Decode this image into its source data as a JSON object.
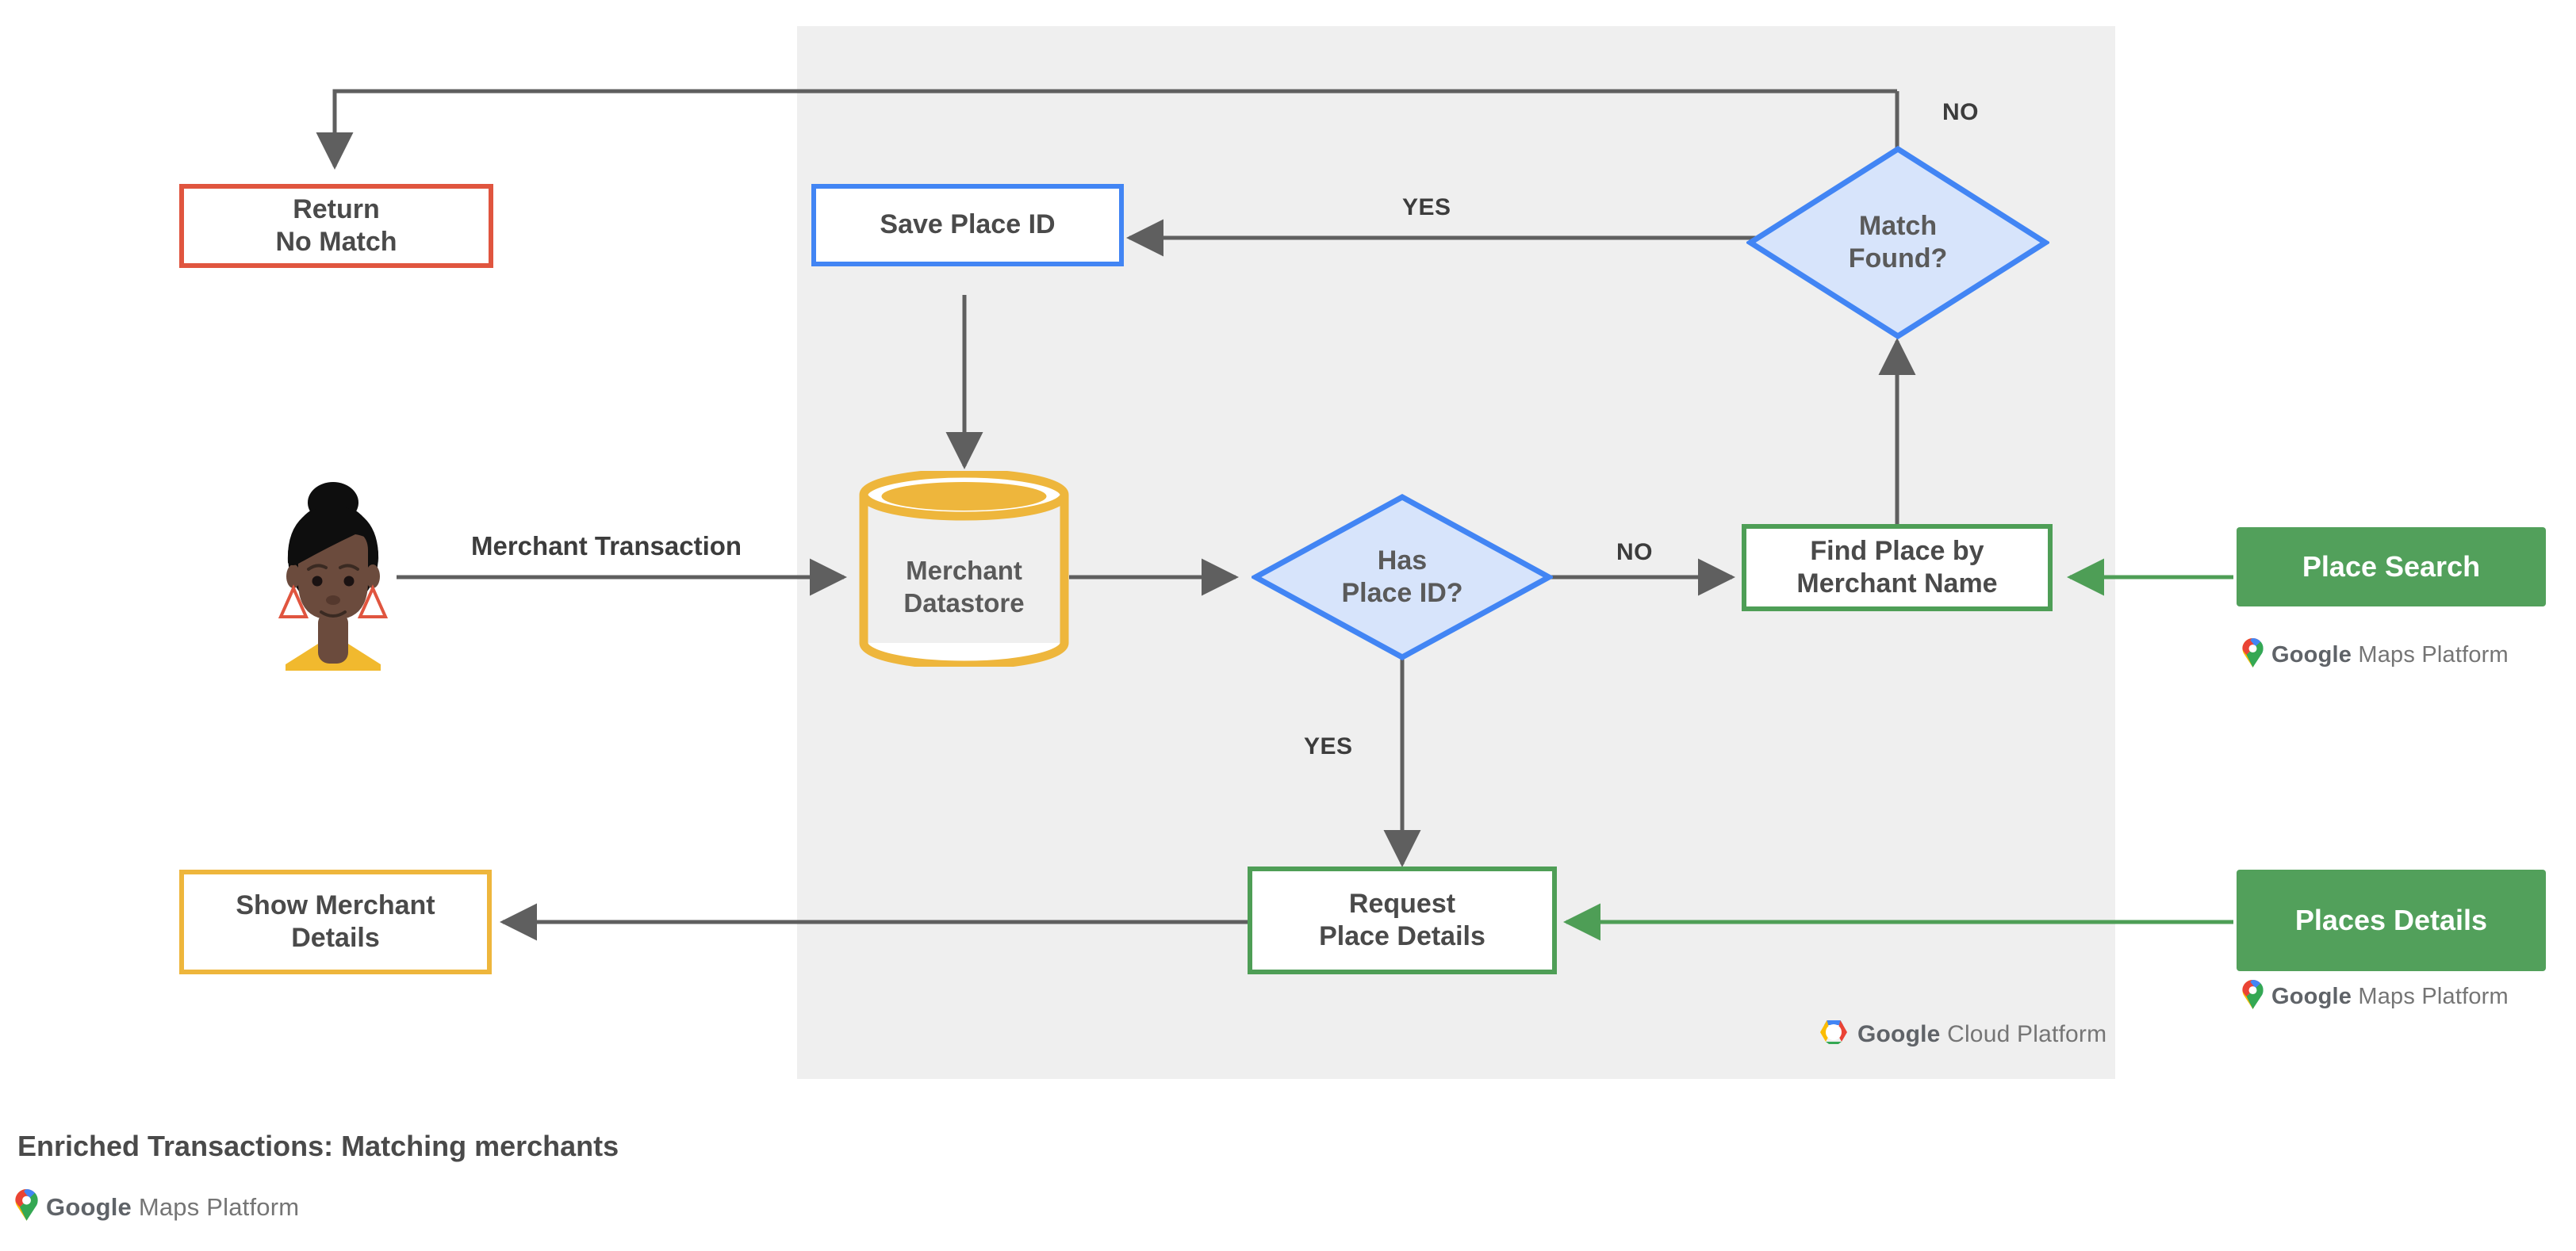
{
  "diagram": {
    "caption": "Enriched Transactions: Matching merchants",
    "panel_label": "Google Cloud Platform",
    "colors": {
      "panel_bg": "#efefef",
      "red": "#e0553f",
      "blue": "#4285f4",
      "blue_fill": "#d7e4fb",
      "green": "#4e9e56",
      "green_solid": "#52a05b",
      "yellow": "#eeb63c",
      "arrow_gray": "#5f5f5f",
      "text_gray": "#4a4a4a"
    }
  },
  "nodes": {
    "return_no_match": {
      "line1": "Return",
      "line2": "No Match"
    },
    "save_place_id": {
      "label": "Save Place ID"
    },
    "match_found": {
      "line1": "Match",
      "line2": "Found?"
    },
    "merchant_datastore": {
      "line1": "Merchant",
      "line2": "Datastore"
    },
    "has_place_id": {
      "line1": "Has",
      "line2": "Place ID?"
    },
    "find_place_by_merchant_name": {
      "line1": "Find Place by",
      "line2": "Merchant Name"
    },
    "place_search": {
      "label": "Place Search"
    },
    "request_place_details": {
      "line1": "Request",
      "line2": "Place Details"
    },
    "places_details": {
      "label": "Places Details"
    },
    "show_merchant_details": {
      "line1": "Show Merchant",
      "line2": "Details"
    }
  },
  "edges": {
    "merchant_transaction": "Merchant Transaction",
    "match_found_no": "NO",
    "match_found_yes": "YES",
    "has_place_id_no": "NO",
    "has_place_id_yes": "YES"
  },
  "logos": {
    "maps_platform_bold": "Google",
    "maps_platform_rest": "Maps Platform",
    "cloud_platform_bold": "Google",
    "cloud_platform_rest": "Cloud Platform"
  },
  "actor": {
    "name": "customer-avatar"
  }
}
